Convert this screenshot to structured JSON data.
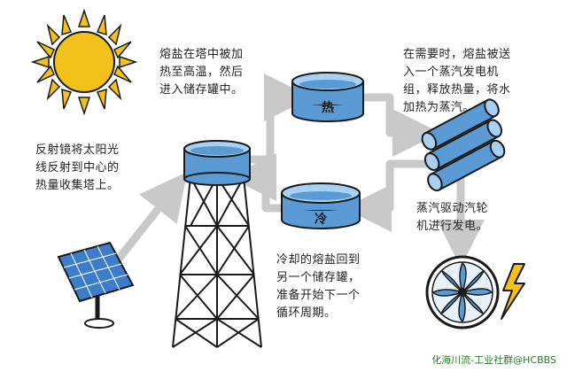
{
  "captions": {
    "mirrors": [
      "反射镜将太阳光",
      "线反射到中心的",
      "热量收集塔上。"
    ],
    "tower": [
      "熔盐在塔中被加",
      "热至高温，然后",
      "进入储存罐中。"
    ],
    "steam_gen": [
      "在需要时，熔盐被送",
      "入一个蒸汽发电机",
      "组，释放热量，将水",
      "加热为蒸汽。"
    ],
    "turbine": [
      "蒸汽驱动汽轮",
      "机进行发电。"
    ],
    "cold_return": [
      "冷却的熔盐回到",
      "另一个储存罐，",
      "准备开始下一个",
      "循环周期。"
    ]
  },
  "tanks": {
    "hot_label": "热",
    "cold_label": "冷"
  },
  "colors": {
    "sun": "#f2c21b",
    "water": "#5b9bd5",
    "pipe": "#c9c9c9",
    "outline": "#1a1a1a",
    "watermark": "#2b7a2b"
  },
  "watermark": "化海川流-工业社群@HCBBS"
}
